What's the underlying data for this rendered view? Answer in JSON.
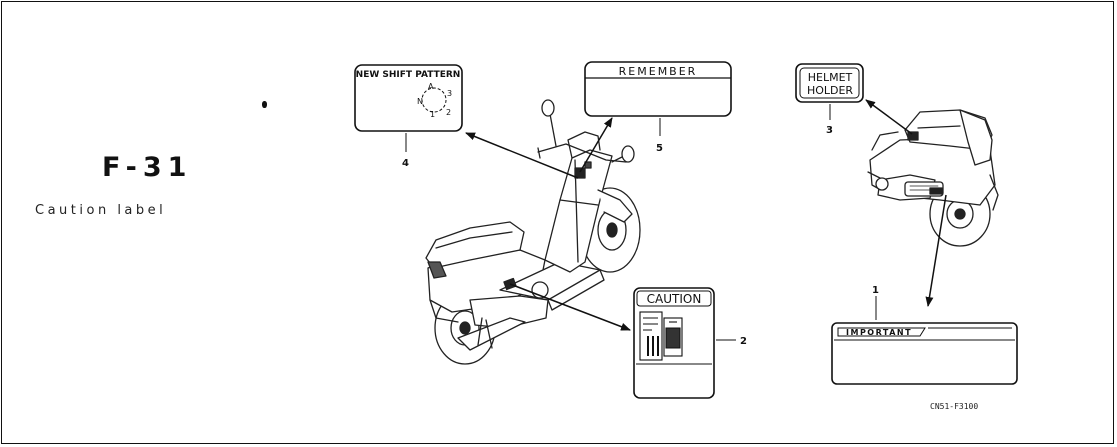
{
  "figure": {
    "code": "F-31",
    "description": "Caution label",
    "drawing_number": "CN51-F3100"
  },
  "labels": {
    "shift_pattern": {
      "callout": "4",
      "title": "NEW SHIFT PATTERN",
      "positions": {
        "a": "A",
        "n": "N",
        "one": "1",
        "two": "2",
        "three": "3"
      }
    },
    "remember": {
      "callout": "5",
      "title": "REMEMBER"
    },
    "helmet_holder": {
      "callout": "3",
      "line1": "HELMET",
      "line2": "HOLDER"
    },
    "caution": {
      "callout": "2",
      "title": "CAUTION"
    },
    "important": {
      "callout": "1",
      "title": "IMPORTANT"
    }
  }
}
